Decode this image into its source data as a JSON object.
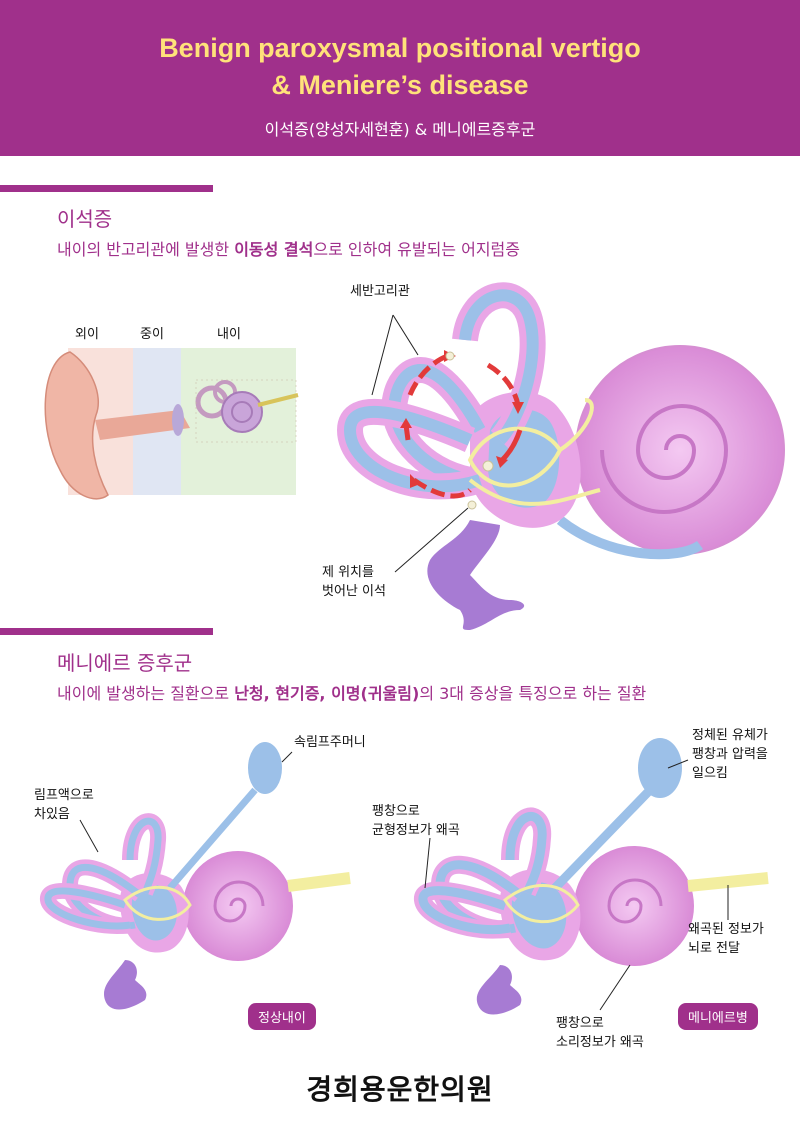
{
  "header": {
    "title_line1": "Benign paroxysmal positional vertigo",
    "title_line2": "&  Meniere’s disease",
    "subtitle": "이석증(양성자세현훈) & 메니에르증후군"
  },
  "section1": {
    "title": "이석증",
    "desc_pre": "내이의 반고리관에 발생한 ",
    "desc_bold": "이동성 결석",
    "desc_post": "으로 인하여 유발되는 어지럼증",
    "ear_labels": [
      "외이",
      "중이",
      "내이"
    ],
    "canal_label": "세반고리관",
    "otolith_label_1": "제 위치를",
    "otolith_label_2": "벗어난 이석"
  },
  "section2": {
    "title": "메니에르 증후군",
    "desc_pre": "내이에 발생하는 질환으로 ",
    "desc_bold": "난청, 현기증, 이명(귀울림)",
    "desc_post": "의 3대 증상을 특징으로 하는 질환",
    "sac_label": "속림프주머니",
    "lymph_label_1": "림프액으로",
    "lymph_label_2": "차있음",
    "normal_tag": "정상내이",
    "fluid_label_1": "정체된 유체가",
    "fluid_label_2": "팽창과 압력을",
    "fluid_label_3": "일으킴",
    "balance_label_1": "팽창으로",
    "balance_label_2": "균형정보가 왜곡",
    "brain_label_1": "왜곡된 정보가",
    "brain_label_2": "뇌로 전달",
    "sound_label_1": "팽창으로",
    "sound_label_2": "소리정보가 왜곡",
    "disease_tag": "메니에르병"
  },
  "footer": {
    "clinic_name": "경희용운한의원"
  },
  "colors": {
    "accent": "#a0308b",
    "title_yellow": "#ffe27a",
    "cochlea_pink": "#e9a6e6",
    "canal_blue": "#9cc0e8",
    "nerve_yellow": "#f3eea0",
    "sac_purple": "#a77bd3"
  }
}
